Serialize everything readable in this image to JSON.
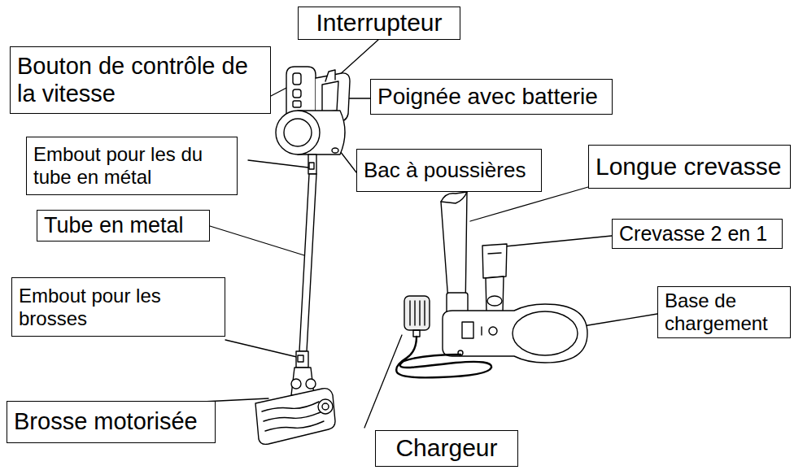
{
  "diagram": {
    "nodes": [
      {
        "text": [
          "Interrupteur"
        ]
      },
      {
        "text": [
          "Bouton de contrôle de la vitesse"
        ]
      },
      {
        "text": [
          "Poignée avec batterie"
        ]
      },
      {
        "text": [
          "Embout pour les du tube en métal"
        ]
      },
      {
        "text": [
          "Bac à poussières"
        ]
      },
      {
        "text": [
          "Longue crevasse"
        ]
      },
      {
        "text": [
          "Tube en metal"
        ]
      },
      {
        "text": [
          "Crevasse 2 en 1"
        ]
      },
      {
        "text": [
          "Embout pour les brosses"
        ]
      },
      {
        "text": [
          "Base de chargement"
        ]
      },
      {
        "text": [
          "Brosse motorisée"
        ]
      },
      {
        "text": [
          "Chargeur"
        ]
      }
    ]
  }
}
